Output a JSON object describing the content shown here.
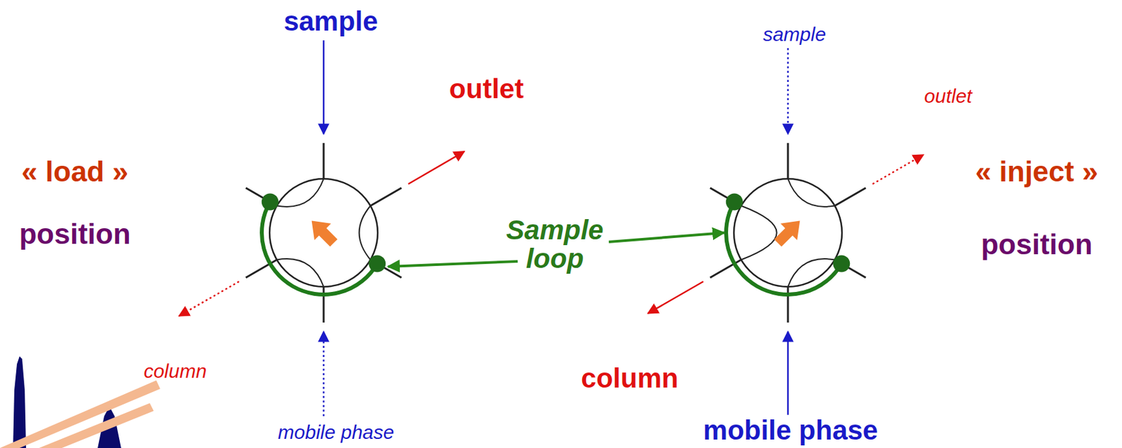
{
  "diagram": {
    "labels": [
      "sample",
      "outlet",
      "« load »",
      "position",
      "column",
      "mobile phase",
      "Sample loop",
      "sample",
      "outlet",
      "column",
      "mobile phase",
      "« inject »",
      "position"
    ]
  }
}
